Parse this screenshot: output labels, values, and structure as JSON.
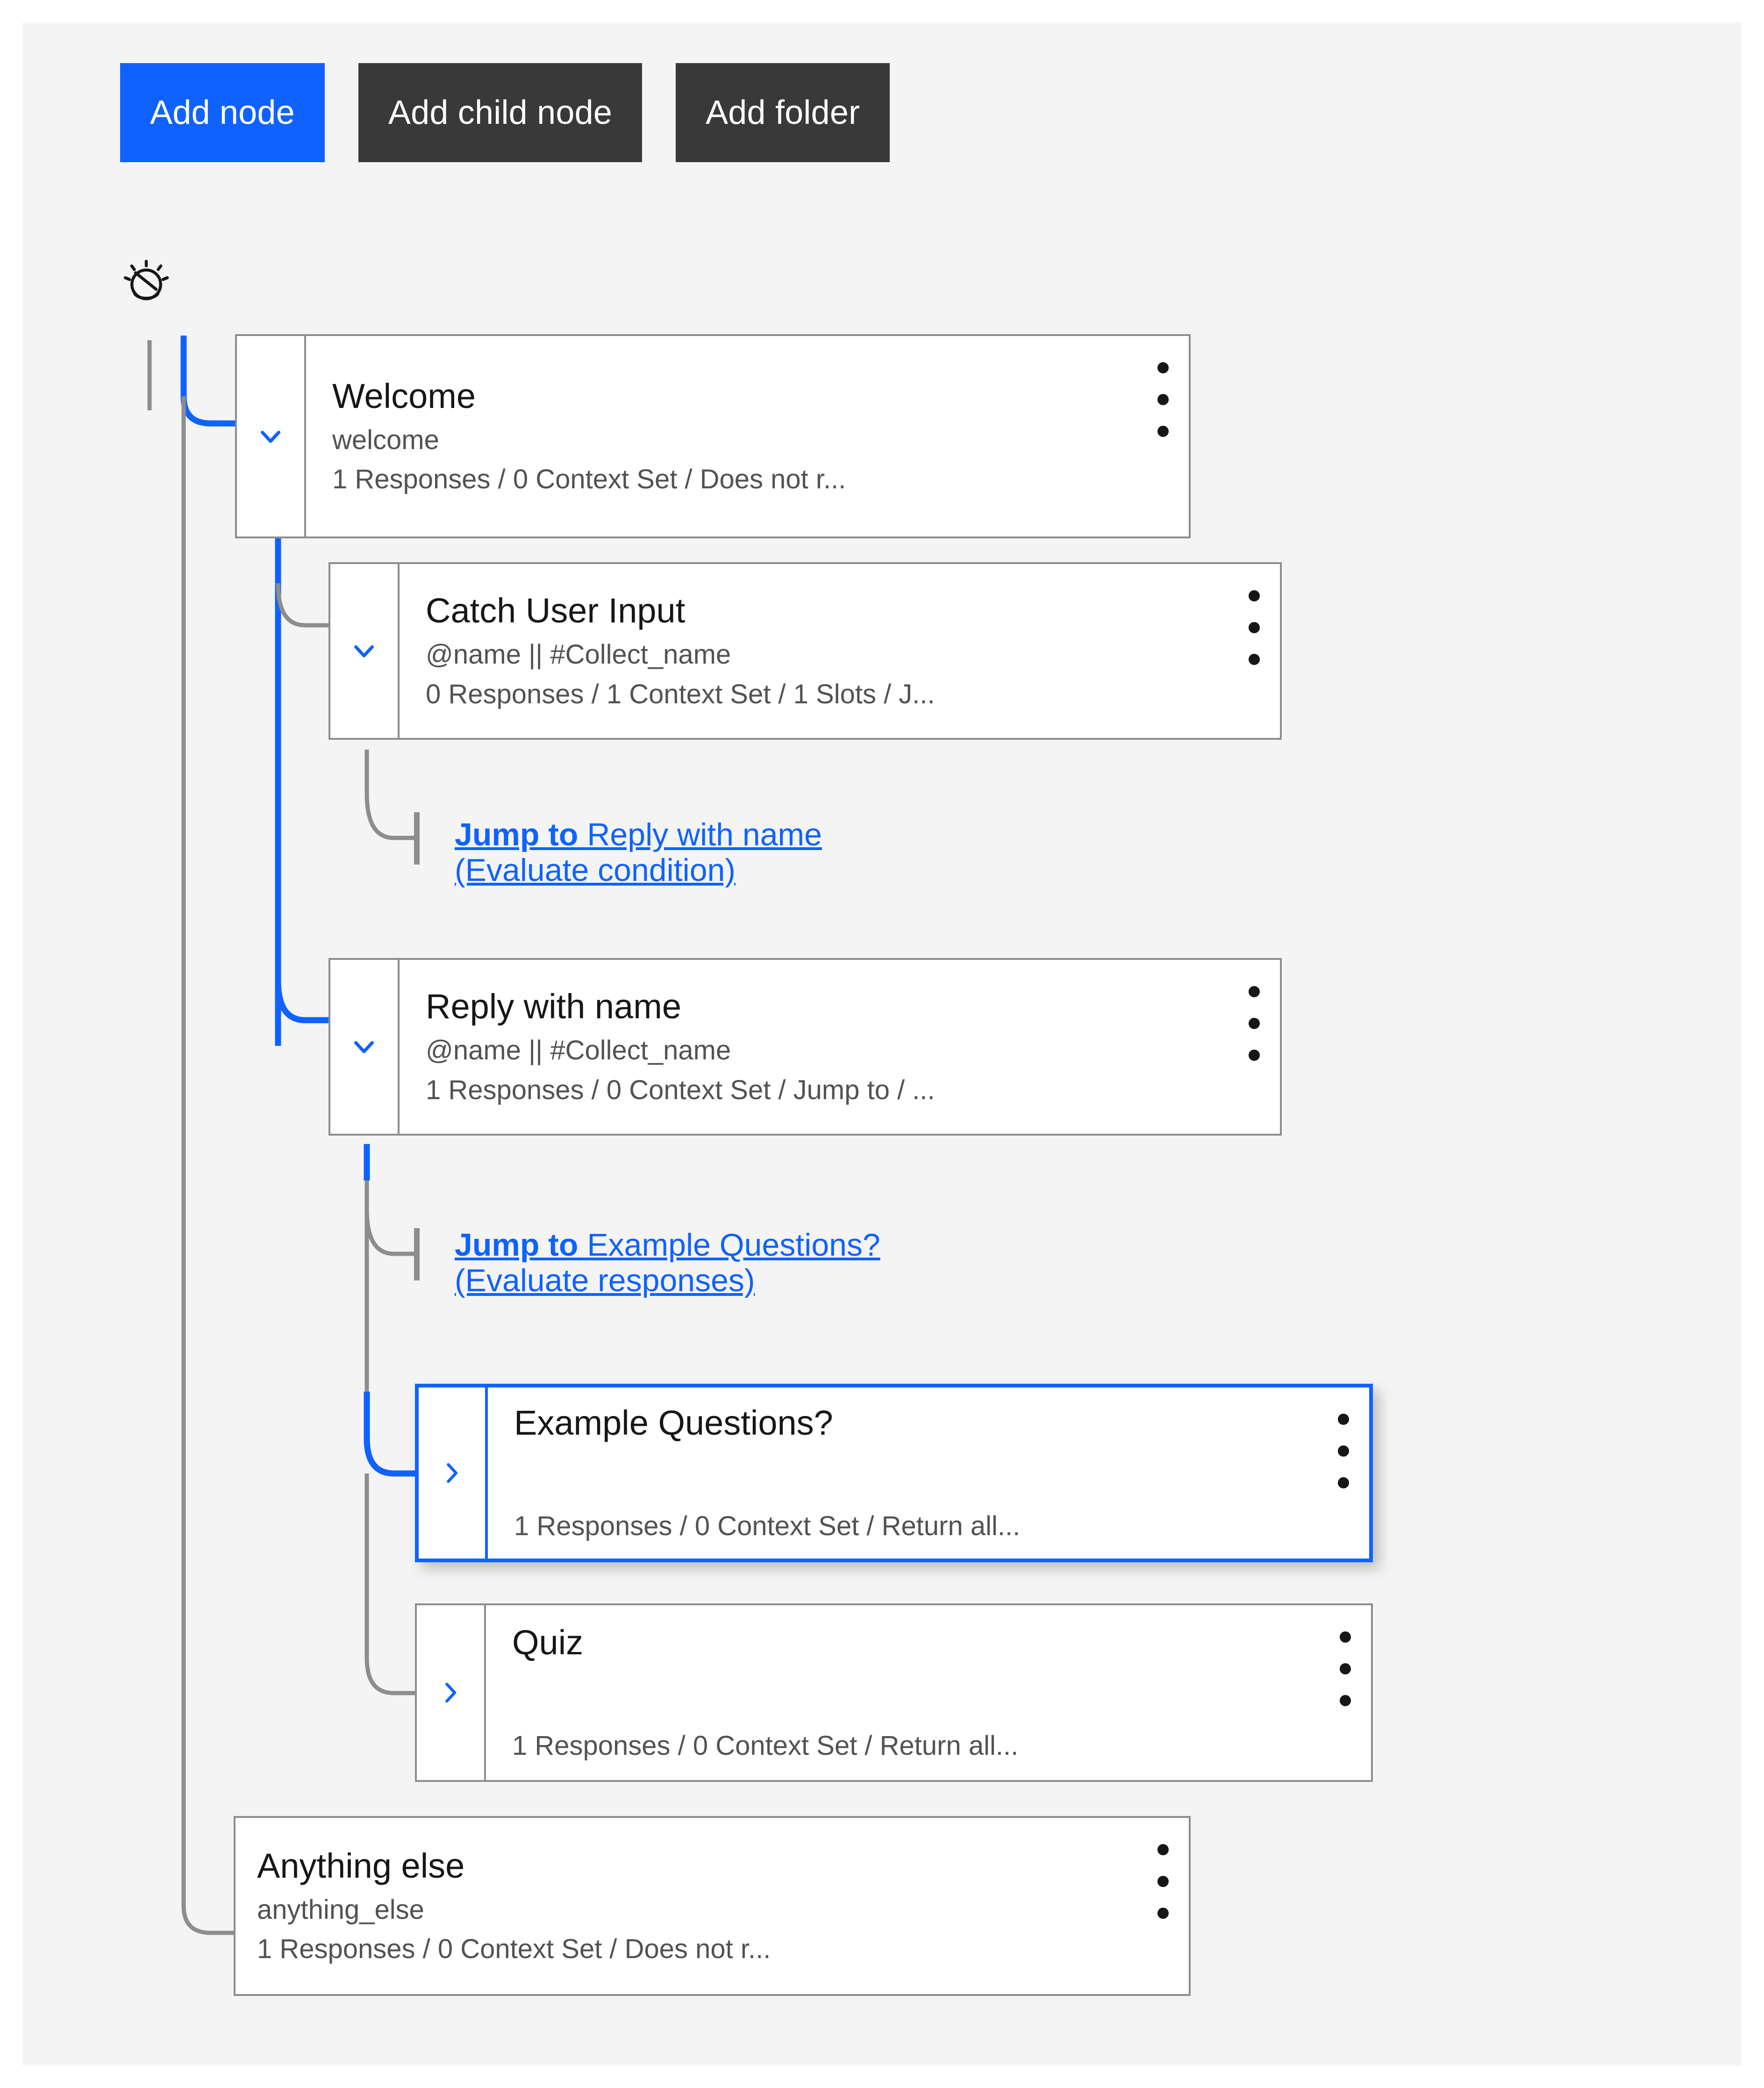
{
  "toolbar": {
    "buttons": [
      {
        "label": "Add node",
        "name": "add-node-button",
        "style": "primary"
      },
      {
        "label": "Add child node",
        "name": "add-child-node-button",
        "style": "dark"
      },
      {
        "label": "Add folder",
        "name": "add-folder-button",
        "style": "dark"
      }
    ]
  },
  "colors": {
    "accent": "#0f62fe",
    "dark_button": "#393939",
    "canvas": "#f4f4f4",
    "border": "#8d8d8d",
    "text": "#161616",
    "text_secondary": "#525252"
  },
  "root_icon": "idea-icon",
  "tree": {
    "nodes": [
      {
        "id": "welcome",
        "title": "Welcome",
        "condition": "welcome",
        "meta": "1 Responses / 0 Context Set / Does not r...",
        "chevron": "chevron-down",
        "expanded": true,
        "selected": false,
        "has_chevron": true
      },
      {
        "id": "catch-user-input",
        "title": "Catch User Input",
        "condition": "@name || #Collect_name",
        "meta": "0 Responses / 1 Context Set / 1 Slots / J...",
        "chevron": "chevron-down",
        "expanded": true,
        "selected": false,
        "has_chevron": true
      },
      {
        "id": "reply-with-name",
        "title": "Reply with name",
        "condition": "@name || #Collect_name",
        "meta": "1 Responses / 0 Context Set / Jump to / ...",
        "chevron": "chevron-down",
        "expanded": true,
        "selected": false,
        "has_chevron": true
      },
      {
        "id": "example-questions",
        "title": "Example Questions?",
        "condition": "",
        "meta": "1 Responses / 0 Context Set / Return all...",
        "chevron": "chevron-right",
        "expanded": false,
        "selected": true,
        "has_chevron": true
      },
      {
        "id": "quiz",
        "title": "Quiz",
        "condition": "",
        "meta": "1 Responses / 0 Context Set / Return all...",
        "chevron": "chevron-right",
        "expanded": false,
        "selected": false,
        "has_chevron": true
      },
      {
        "id": "anything-else",
        "title": "Anything else",
        "condition": "anything_else",
        "meta": "1 Responses / 0 Context Set / Does not r...",
        "chevron": "",
        "expanded": false,
        "selected": false,
        "has_chevron": false
      }
    ],
    "jumps": [
      {
        "id": "jump-reply-with-name",
        "prefix": "Jump to ",
        "target": "Reply with name",
        "mode": "(Evaluate condition)"
      },
      {
        "id": "jump-example-questions",
        "prefix": "Jump to ",
        "target": "Example Questions?",
        "mode": "(Evaluate responses)"
      }
    ]
  },
  "kebab_label": "overflow-menu"
}
